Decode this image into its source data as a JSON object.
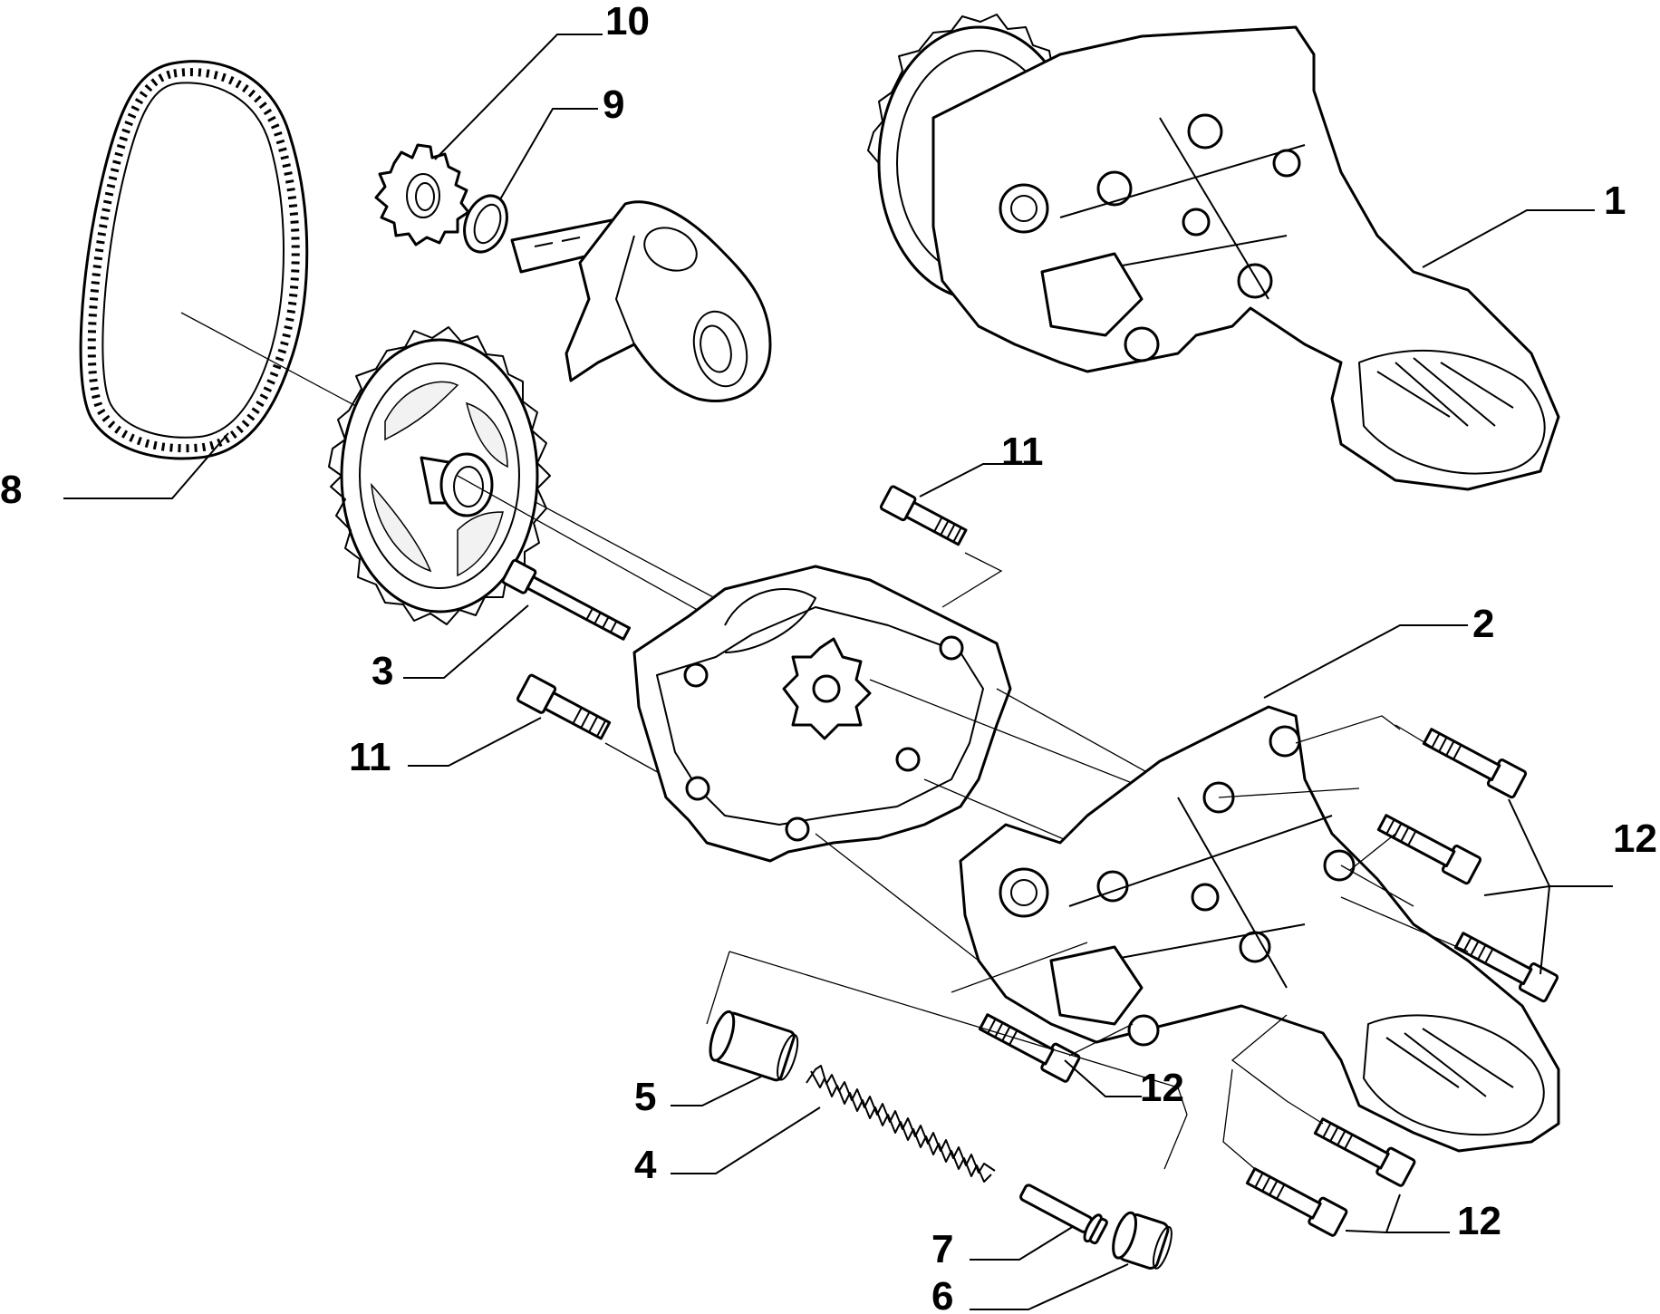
{
  "callouts": {
    "c1": "1",
    "c2": "2",
    "c3": "3",
    "c4": "4",
    "c5": "5",
    "c6": "6",
    "c7": "7",
    "c8": "8",
    "c9": "9",
    "c10": "10",
    "c11a": "11",
    "c11b": "11",
    "c12a": "12",
    "c12b": "12",
    "c12c": "12"
  }
}
